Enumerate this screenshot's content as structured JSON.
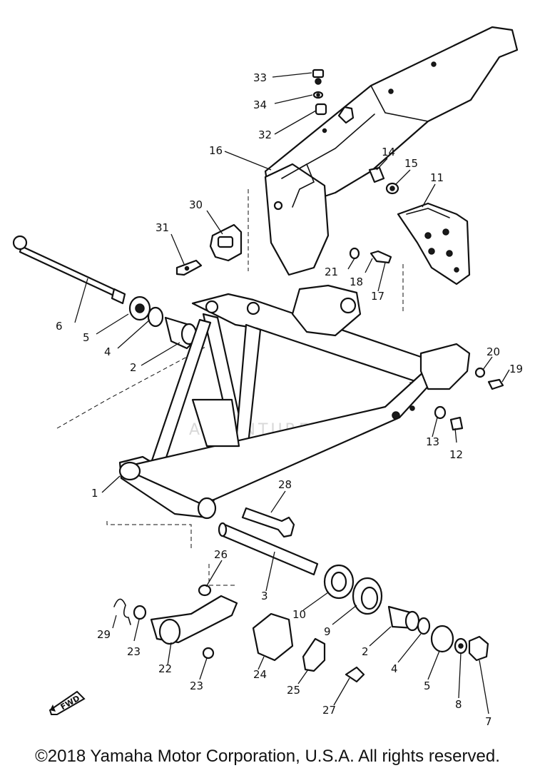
{
  "footer": {
    "copyright": "©2018 Yamaha Motor Corporation, U.S.A. All rights reserved."
  },
  "watermark": "ADVENTURE",
  "direction_marker": "FWD",
  "callouts": [
    {
      "id": "33",
      "label": "33"
    },
    {
      "id": "34",
      "label": "34"
    },
    {
      "id": "32",
      "label": "32"
    },
    {
      "id": "16",
      "label": "16"
    },
    {
      "id": "14",
      "label": "14"
    },
    {
      "id": "15",
      "label": "15"
    },
    {
      "id": "11",
      "label": "11"
    },
    {
      "id": "30",
      "label": "30"
    },
    {
      "id": "31",
      "label": "31"
    },
    {
      "id": "21",
      "label": "21"
    },
    {
      "id": "18",
      "label": "18"
    },
    {
      "id": "17",
      "label": "17"
    },
    {
      "id": "6",
      "label": "6"
    },
    {
      "id": "5a",
      "label": "5"
    },
    {
      "id": "4a",
      "label": "4"
    },
    {
      "id": "2a",
      "label": "2"
    },
    {
      "id": "20",
      "label": "20"
    },
    {
      "id": "19",
      "label": "19"
    },
    {
      "id": "13",
      "label": "13"
    },
    {
      "id": "12",
      "label": "12"
    },
    {
      "id": "1",
      "label": "1"
    },
    {
      "id": "28",
      "label": "28"
    },
    {
      "id": "26",
      "label": "26"
    },
    {
      "id": "3",
      "label": "3"
    },
    {
      "id": "10",
      "label": "10"
    },
    {
      "id": "9",
      "label": "9"
    },
    {
      "id": "29",
      "label": "29"
    },
    {
      "id": "23a",
      "label": "23"
    },
    {
      "id": "22",
      "label": "22"
    },
    {
      "id": "23b",
      "label": "23"
    },
    {
      "id": "24",
      "label": "24"
    },
    {
      "id": "25",
      "label": "25"
    },
    {
      "id": "2b",
      "label": "2"
    },
    {
      "id": "4b",
      "label": "4"
    },
    {
      "id": "5b",
      "label": "5"
    },
    {
      "id": "8",
      "label": "8"
    },
    {
      "id": "7",
      "label": "7"
    },
    {
      "id": "27",
      "label": "27"
    }
  ]
}
